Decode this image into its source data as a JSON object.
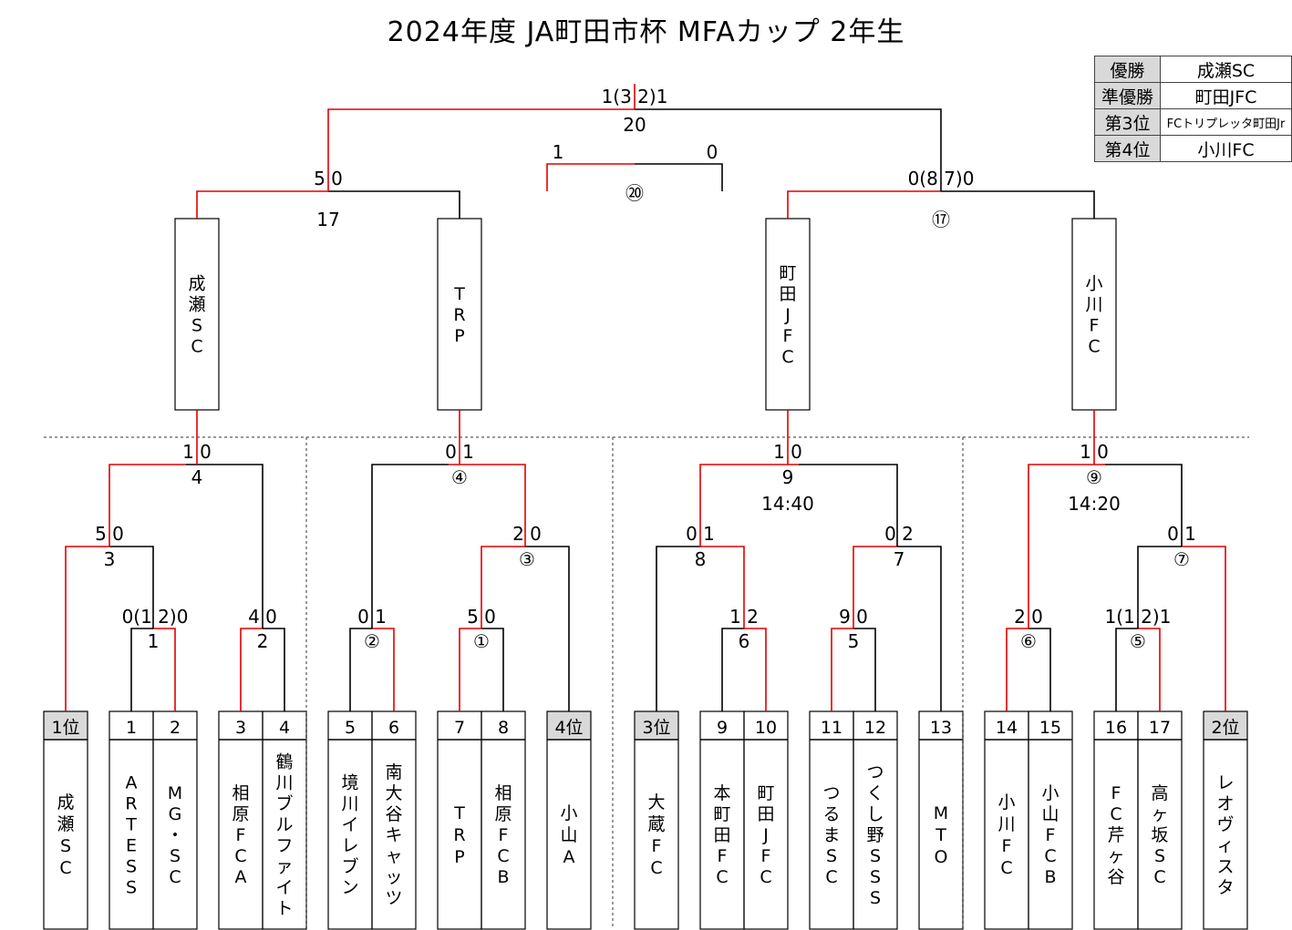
{
  "title": "2024年度 JA町田市杯 MFAカップ 2年生",
  "results": [
    {
      "label": "優勝",
      "team": "成瀬SC"
    },
    {
      "label": "準優勝",
      "team": "町田JFC"
    },
    {
      "label": "第3位",
      "team": "FCトリプレッタ町田Jr"
    },
    {
      "label": "第4位",
      "team": "小川FC"
    }
  ],
  "teams": [
    {
      "no": "1位",
      "name": "成瀬SC",
      "rank": true
    },
    {
      "no": "1",
      "name": "ARTE SS"
    },
    {
      "no": "2",
      "name": "MG・SC"
    },
    {
      "no": "3",
      "name": "相原FC A"
    },
    {
      "no": "4",
      "name": "鶴川ブルファイト"
    },
    {
      "no": "5",
      "name": "境川イレブン"
    },
    {
      "no": "6",
      "name": "南大谷キャッツ"
    },
    {
      "no": "7",
      "name": "TRP"
    },
    {
      "no": "8",
      "name": "相原FC B"
    },
    {
      "no": "4位",
      "name": "小山A",
      "rank": true
    },
    {
      "no": "3位",
      "name": "大蔵FC",
      "rank": true
    },
    {
      "no": "9",
      "name": "本町田FC"
    },
    {
      "no": "10",
      "name": "町田JFC"
    },
    {
      "no": "11",
      "name": "つるまSC"
    },
    {
      "no": "12",
      "name": "つくし野SSS"
    },
    {
      "no": "13",
      "name": "MTO"
    },
    {
      "no": "14",
      "name": "小川FC"
    },
    {
      "no": "15",
      "name": "小山FC B"
    },
    {
      "no": "16",
      "name": "FC芹ヶ谷"
    },
    {
      "no": "17",
      "name": "高ヶ坂SC"
    },
    {
      "no": "2位",
      "name": "レオヴィスタ",
      "rank": true
    }
  ],
  "semifinalists": [
    "成瀬SC",
    "TRP",
    "町田JFC",
    "小川FC"
  ],
  "matches": [
    {
      "id": "1",
      "score": "5 0"
    },
    {
      "id": "②",
      "score": "0 1"
    },
    {
      "id": "①",
      "score": "5 0"
    },
    {
      "id": "2",
      "score": "4 0"
    },
    {
      "id": "3",
      "score": "5 0"
    },
    {
      "id": "4",
      "score": "1 0"
    },
    {
      "id": "③",
      "score": "2 0"
    },
    {
      "id": "④",
      "score": "0 1"
    },
    {
      "id": "6",
      "score": "1 2"
    },
    {
      "id": "5",
      "score": "9 0"
    },
    {
      "id": "8",
      "score": "0 1"
    },
    {
      "id": "7",
      "score": "0 2"
    },
    {
      "id": "9",
      "score": "1 0",
      "time": "14:40"
    },
    {
      "id": "⑥",
      "score": "2 0"
    },
    {
      "id": "⑤",
      "score": "1(1 2)1"
    },
    {
      "id": "⑦",
      "score": "0 1"
    },
    {
      "id": "⑨",
      "score": "1 0",
      "time": "14:20"
    },
    {
      "id": "17",
      "score": "5 0"
    },
    {
      "id": "⑰",
      "score": "0(8 7)0"
    },
    {
      "id": "20",
      "score": "1(3 2)1"
    },
    {
      "id": "⑳",
      "score": "1 0"
    }
  ],
  "match1_score": "0(1 2)0",
  "colors": {
    "winner_line": "#e00000",
    "line": "#000000",
    "rank_header": "#d9d9d9"
  }
}
